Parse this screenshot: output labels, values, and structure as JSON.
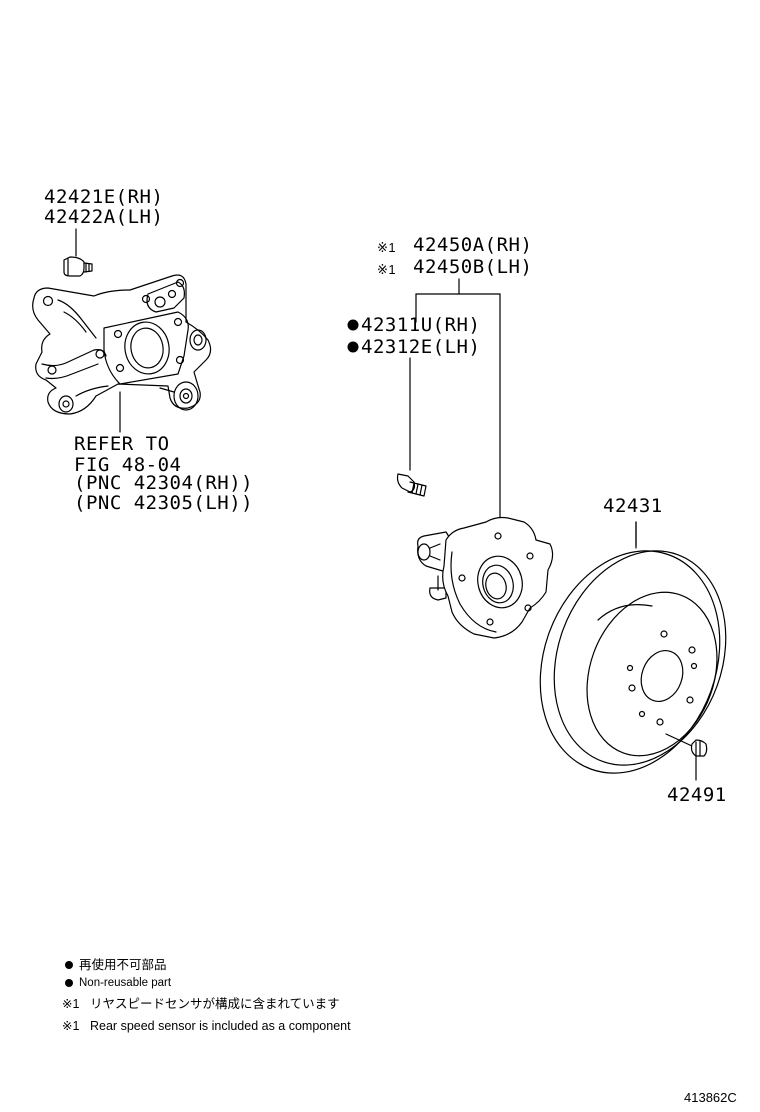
{
  "callouts": {
    "knuckle_bolt_rh": "42421E(RH)",
    "knuckle_bolt_lh": "42422A(LH)",
    "knuckle_refer_1": "REFER TO",
    "knuckle_refer_2": "FIG 48-04",
    "knuckle_refer_3": "(PNC 42304(RH))",
    "knuckle_refer_4": "(PNC 42305(LH))",
    "hub_rh_mark": "※1",
    "hub_rh": "42450A(RH)",
    "hub_lh_mark": "※1",
    "hub_lh": "42450B(LH)",
    "hubbolt_rh": "42311U(RH)",
    "hubbolt_lh": "42312E(LH)",
    "disc": "42431",
    "disc_screw": "42491"
  },
  "legend": {
    "nonreusable_jp": "再使用不可部品",
    "nonreusable_en": "Non-reusable part",
    "sensor_mark": "※1",
    "sensor_jp": "リヤスピードセンサが構成に含まれています",
    "sensor_en": "Rear speed sensor is included as a component"
  },
  "figure_id": "413862C"
}
